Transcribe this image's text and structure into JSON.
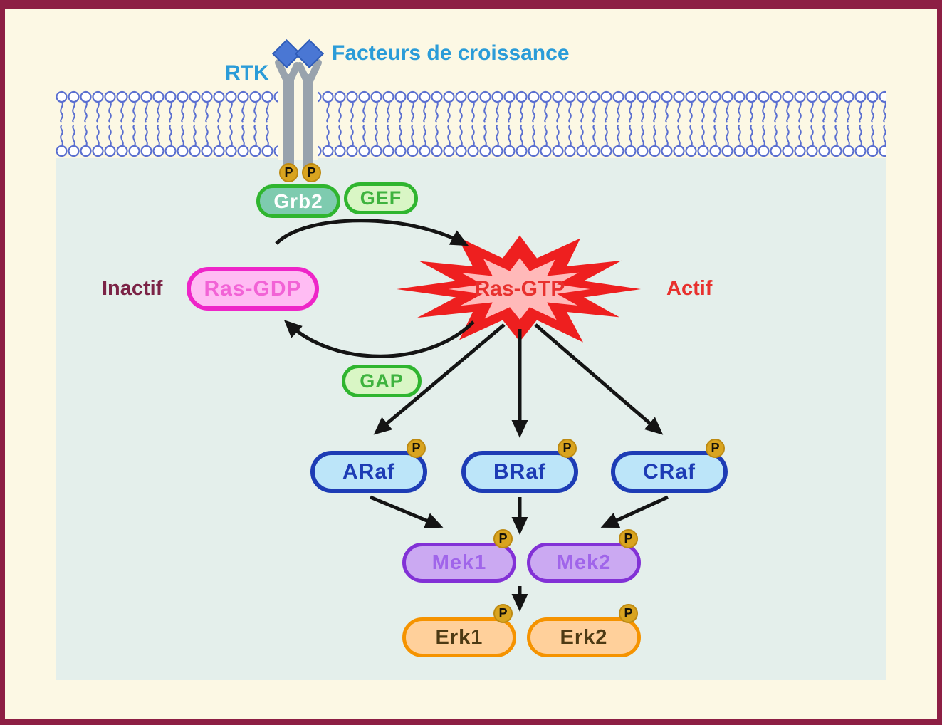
{
  "diagram": {
    "type": "signaling-pathway",
    "membrane_labels": {
      "rtk": "RTK",
      "growth_factors": "Facteurs de croissance"
    },
    "nodes": {
      "grb2": "Grb2",
      "gef": "GEF",
      "gap": "GAP",
      "ras_gdp": "Ras-GDP",
      "ras_gtp": "Ras-GTP",
      "araf": "ARaf",
      "braf": "BRaf",
      "craf": "CRaf",
      "mek1": "Mek1",
      "mek2": "Mek2",
      "erk1": "Erk1",
      "erk2": "Erk2"
    },
    "state_labels": {
      "inactive": "Inactif",
      "active": "Actif"
    },
    "phosphate": "P",
    "arrows": [
      "Grb2/GEF -> Ras-GTP (activation)",
      "Ras-GTP -> Ras-GDP (via GAP)",
      "Ras-GTP -> ARaf",
      "Ras-GTP -> BRaf",
      "Ras-GTP -> CRaf",
      "ARaf -> Mek1",
      "BRaf -> Mek1/Mek2",
      "CRaf -> Mek2",
      "Mek1/Mek2 -> Erk1/Erk2"
    ],
    "colors": {
      "frame": "#8d1f44",
      "page_bg": "#fcf8e4",
      "cytoplasm_bg": "#e4efeb",
      "membrane_blue": "#5a6fd0",
      "receptor_gray": "#99a3ad",
      "ligand_blue": "#4a77d4",
      "label_blue": "#2b9cd8",
      "inactive_label": "#7b2346",
      "active_label": "#e8312e",
      "green_border": "#2fb52f",
      "grb2_fill": "#7ecbaf",
      "gef_gap_fill": "#d9f6c5",
      "ras_gdp_border": "#ee25c8",
      "ras_gdp_fill": "#ffbcf3",
      "starburst_red": "#ee1f1f",
      "starburst_inner": "#ffb9b9",
      "raf_border": "#1d3cb5",
      "raf_fill": "#bce5f9",
      "mek_border": "#8231d6",
      "mek_fill": "#cba9f2",
      "erk_border": "#f59300",
      "erk_fill": "#ffd09b",
      "phosphate_gold": "#d9a41f",
      "arrow_black": "#141414"
    }
  }
}
